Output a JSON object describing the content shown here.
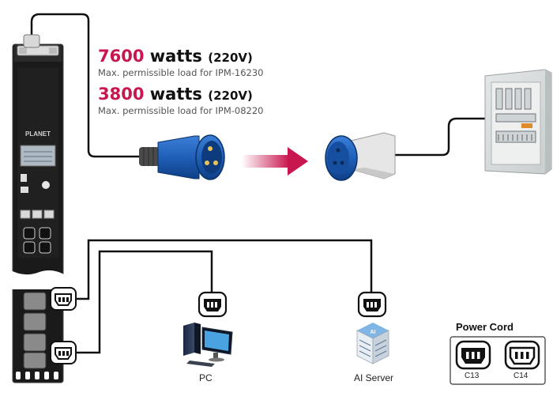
{
  "spec_high": {
    "watts": "7600",
    "unit": "watts",
    "voltage": "(220V)",
    "note": "Max. permissible load for IPM-16230"
  },
  "spec_low": {
    "watts": "3800",
    "unit": "watts",
    "voltage": "(220V)",
    "note": "Max. permissible load for IPM-08220"
  },
  "pdu": {
    "brand": "PLANET"
  },
  "devices": {
    "pc_label": "PC",
    "server_label": "AI Server",
    "server_badge": "AI"
  },
  "power_cord": {
    "title": "Power Cord",
    "c13_label": "C13",
    "c14_label": "C14"
  },
  "colors": {
    "accent": "#c8174f",
    "plug_blue": "#1f5fb8",
    "cable": "#111111"
  }
}
